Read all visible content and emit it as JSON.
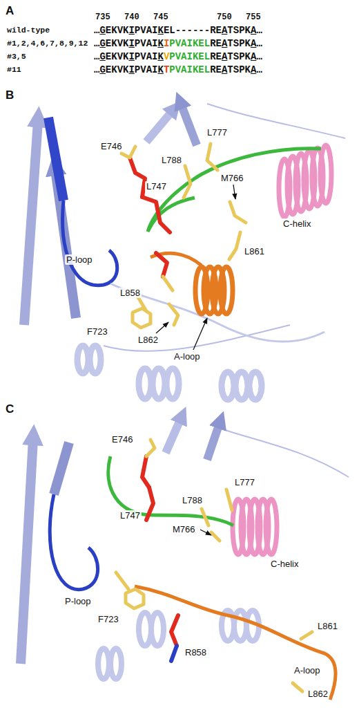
{
  "diagram": {
    "labels": [
      "A",
      "735",
      "740",
      "745",
      "750",
      "755",
      "wild-type",
      "…GEKVKIPVAIKEL------REATSPKA…",
      "#1,2,4,6,7,8,9,12",
      "…GEKVKIPVAIKIPVAIKELREATSPKA…",
      "#3,5",
      "…GEKVKIPVAIKVPVAIKELREATSPKA…",
      "#11",
      "…GEKVKIPVAIKTPVAIKELREATSPKA…",
      "B",
      "E746",
      "L777",
      "L788",
      "L747",
      "M766",
      "C-helix",
      "L861",
      "P-loop",
      "L858",
      "F723",
      "L862",
      "A-loop",
      "C",
      "E746",
      "L777",
      "L788",
      "L747",
      "M766",
      "C-helix",
      "P-loop",
      "F723",
      "L861",
      "R858",
      "A-loop",
      "L862"
    ]
  }
}
